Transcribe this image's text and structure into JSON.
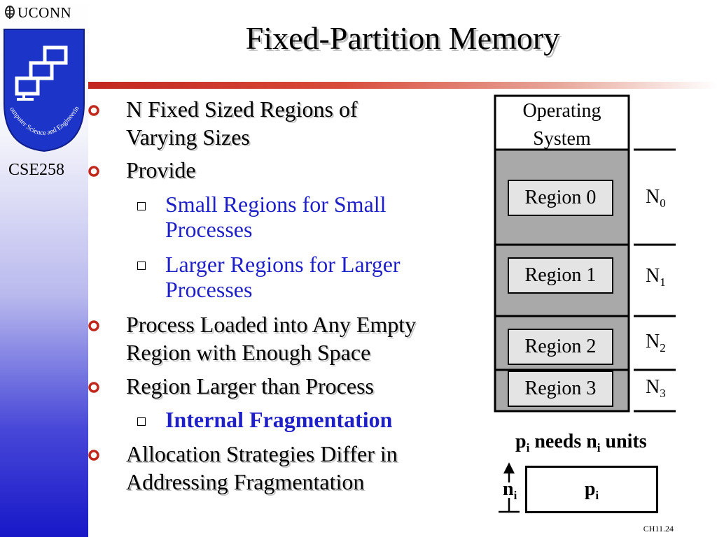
{
  "sidebar": {
    "brand": "UCONN",
    "course": "CSE258",
    "crest_text": "Computer Science and Engineering"
  },
  "slide": {
    "title": "Fixed-Partition Memory",
    "footer": "CH11.24"
  },
  "bullets": [
    {
      "level": 1,
      "lines": [
        "N Fixed Sized Regions of",
        "Varying Sizes"
      ]
    },
    {
      "level": 1,
      "lines": [
        "Provide"
      ]
    },
    {
      "level": 2,
      "lines": [
        "Small Regions for Small",
        "Processes"
      ]
    },
    {
      "level": 2,
      "lines": [
        "Larger Regions for Larger",
        "Processes"
      ]
    },
    {
      "level": 1,
      "lines": [
        "Process Loaded into Any Empty",
        "Region with Enough Space"
      ]
    },
    {
      "level": 1,
      "lines": [
        "Region Larger than Process"
      ]
    },
    {
      "level": 2,
      "lines": [
        "Internal Fragmentation"
      ],
      "bold": true
    },
    {
      "level": 1,
      "lines": [
        "Allocation Strategies Differ in",
        "Addressing Fragmentation"
      ]
    }
  ],
  "diagram": {
    "os_label": [
      "Operating",
      "System"
    ],
    "regions": [
      {
        "label": "Region 0",
        "size_base": "N",
        "size_sub": "0"
      },
      {
        "label": "Region 1",
        "size_base": "N",
        "size_sub": "1"
      },
      {
        "label": "Region 2",
        "size_base": "N",
        "size_sub": "2"
      },
      {
        "label": "Region 3",
        "size_base": "N",
        "size_sub": "3"
      }
    ],
    "process": {
      "p": "p",
      "i": "i",
      "needs": "needs",
      "n": "n",
      "units": "units"
    },
    "colors": {
      "region_fill": "#a9a9a9",
      "bullet_red": "#c0281e",
      "sub_blue": "#1f1fc8"
    }
  }
}
